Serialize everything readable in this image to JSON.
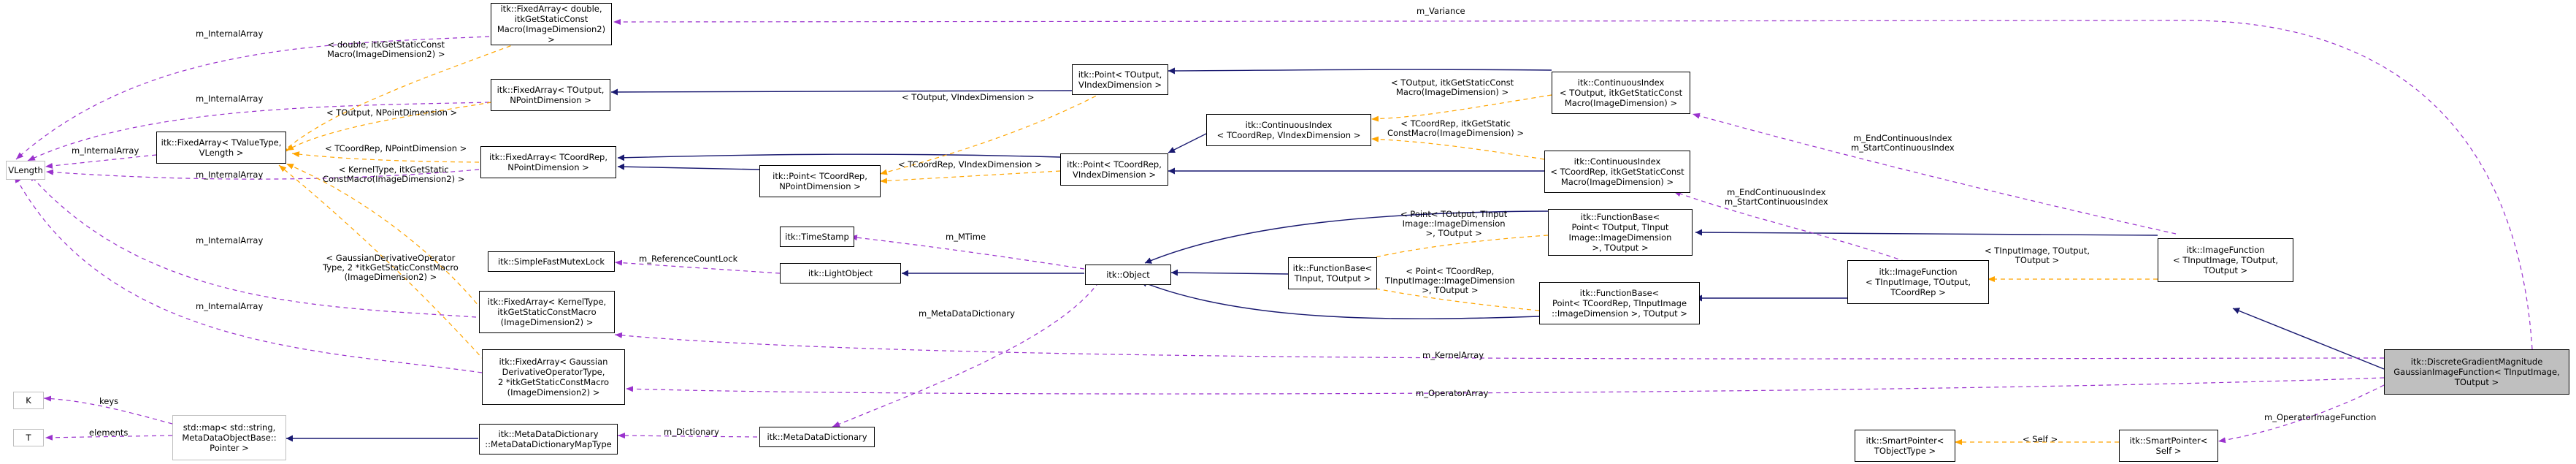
{
  "nodes": {
    "vlength": "VLength",
    "k": "K",
    "t": "T",
    "fixedarray_vlength": "itk::FixedArray< TValueType,\n VLength >",
    "fixedarray_double": "itk::FixedArray< double,\n itkGetStaticConst\nMacro(ImageDimension2) >",
    "fixedarray_toutput": "itk::FixedArray< TOutput,\n NPointDimension >",
    "fixedarray_tcoordrep": "itk::FixedArray< TCoordRep,\n NPointDimension >",
    "mutexlock": "itk::SimpleFastMutexLock",
    "fixedarray_kerneltype": "itk::FixedArray< KernelType,\n itkGetStaticConstMacro\n(ImageDimension2) >",
    "fixedarray_gaussian": "itk::FixedArray< Gaussian\nDerivativeOperatorType,\n 2 *itkGetStaticConstMacro\n(ImageDimension2) >",
    "stdmap": "std::map< std::string,\n MetaDataObjectBase::\nPointer >",
    "metadatadict_map": "itk::MetaDataDictionary\n::MetaDataDictionaryMapType",
    "metadatadictionary": "itk::MetaDataDictionary",
    "timestamp": "itk::TimeStamp",
    "lightobject": "itk::LightObject",
    "point_toutput": "itk::Point< TOutput,\n VIndexDimension >",
    "point_tcoordrep_n": "itk::Point< TCoordRep,\n NPointDimension >",
    "point_tcoordrep_v": "itk::Point< TCoordRep,\n VIndexDimension >",
    "object": "itk::Object",
    "functionbase_tinput": "itk::FunctionBase<\n TInput, TOutput >",
    "continuousindex_v": "itk::ContinuousIndex\n< TCoordRep, VIndexDimension >",
    "continuousindex_toutput": "itk::ContinuousIndex\n< TOutput, itkGetStaticConst\nMacro(ImageDimension) >",
    "continuousindex_tcoordrep": "itk::ContinuousIndex\n< TCoordRep, itkGetStaticConst\nMacro(ImageDimension) >",
    "functionbase_point_toutput": "itk::FunctionBase<\n Point< TOutput, TInput\nImage::ImageDimension\n >, TOutput >",
    "functionbase_point_tcoordrep": "itk::FunctionBase<\n Point< TCoordRep, TInputImage\n::ImageDimension >, TOutput >",
    "imagefunction_tcoordrep": "itk::ImageFunction\n< TInputImage, TOutput,\n TCoordRep >",
    "imagefunction": "itk::ImageFunction\n< TInputImage, TOutput,\n TOutput >",
    "smartpointer_tobject": "itk::SmartPointer<\n TObjectType >",
    "smartpointer_self": "itk::SmartPointer<\n Self >",
    "main": "itk::DiscreteGradientMagnitude\nGaussianImageFunction< TInputImage,\n TOutput >"
  },
  "edge_labels": {
    "m_variance": "m_Variance",
    "m_internalarray_1": "m_InternalArray",
    "m_internalarray_2": "m_InternalArray",
    "m_internalarray_3": "m_InternalArray",
    "m_internalarray_4": "m_InternalArray",
    "m_internalarray_5": "m_InternalArray",
    "m_internalarray_6": "m_InternalArray",
    "double_macro": "< double, itkGetStaticConst\nMacro(ImageDimension2) >",
    "toutput_npoint": "< TOutput, NPointDimension >",
    "tcoordrep_npoint": "< TCoordRep, NPointDimension >",
    "kerneltype_macro": "< KernelType, itkGetStatic\nConstMacro(ImageDimension2) >",
    "gaussian_macro": "< GaussianDerivativeOperator\nType, 2 *itkGetStaticConstMacro\n(ImageDimension2) >",
    "toutput_vindex": "< TOutput, VIndexDimension >",
    "tcoordrep_vindex": "< TCoordRep, VIndexDimension >",
    "toutput_static": "< TOutput, itkGetStaticConst\nMacro(ImageDimension) >",
    "tcoordrep_static": "< TCoordRep, itkGetStatic\nConstMacro(ImageDimension) >",
    "m_referencecountlock": "m_ReferenceCountLock",
    "m_mtime": "m_MTime",
    "m_metadatadictionary": "m_MetaDataDictionary",
    "m_dictionary": "m_Dictionary",
    "keys": "keys",
    "elements": "elements",
    "point_toutput_tinput": "< Point< TOutput, TInput\nImage::ImageDimension\n>, TOutput >",
    "point_tcoordrep_tinput": "< Point< TCoordRep,\n TInputImage::ImageDimension\n >, TOutput >",
    "m_endcontinuousindex_1": "m_EndContinuousIndex\nm_StartContinuousIndex",
    "m_endcontinuousindex_2": "m_EndContinuousIndex\nm_StartContinuousIndex",
    "tinputimage_toutput": "< TInputImage, TOutput,\n TOutput >",
    "m_kernelarray": "m_KernelArray",
    "m_operatorarray": "m_OperatorArray",
    "self": "< Self >",
    "m_operatorimagefunction": "m_OperatorImageFunction"
  },
  "colors": {
    "inheritance": "#191970",
    "usage": "#9a32cd",
    "template": "#ffa500",
    "node_border": "#000000",
    "external_border": "#bfbfbf",
    "focus_fill": "#bfbfbf"
  }
}
